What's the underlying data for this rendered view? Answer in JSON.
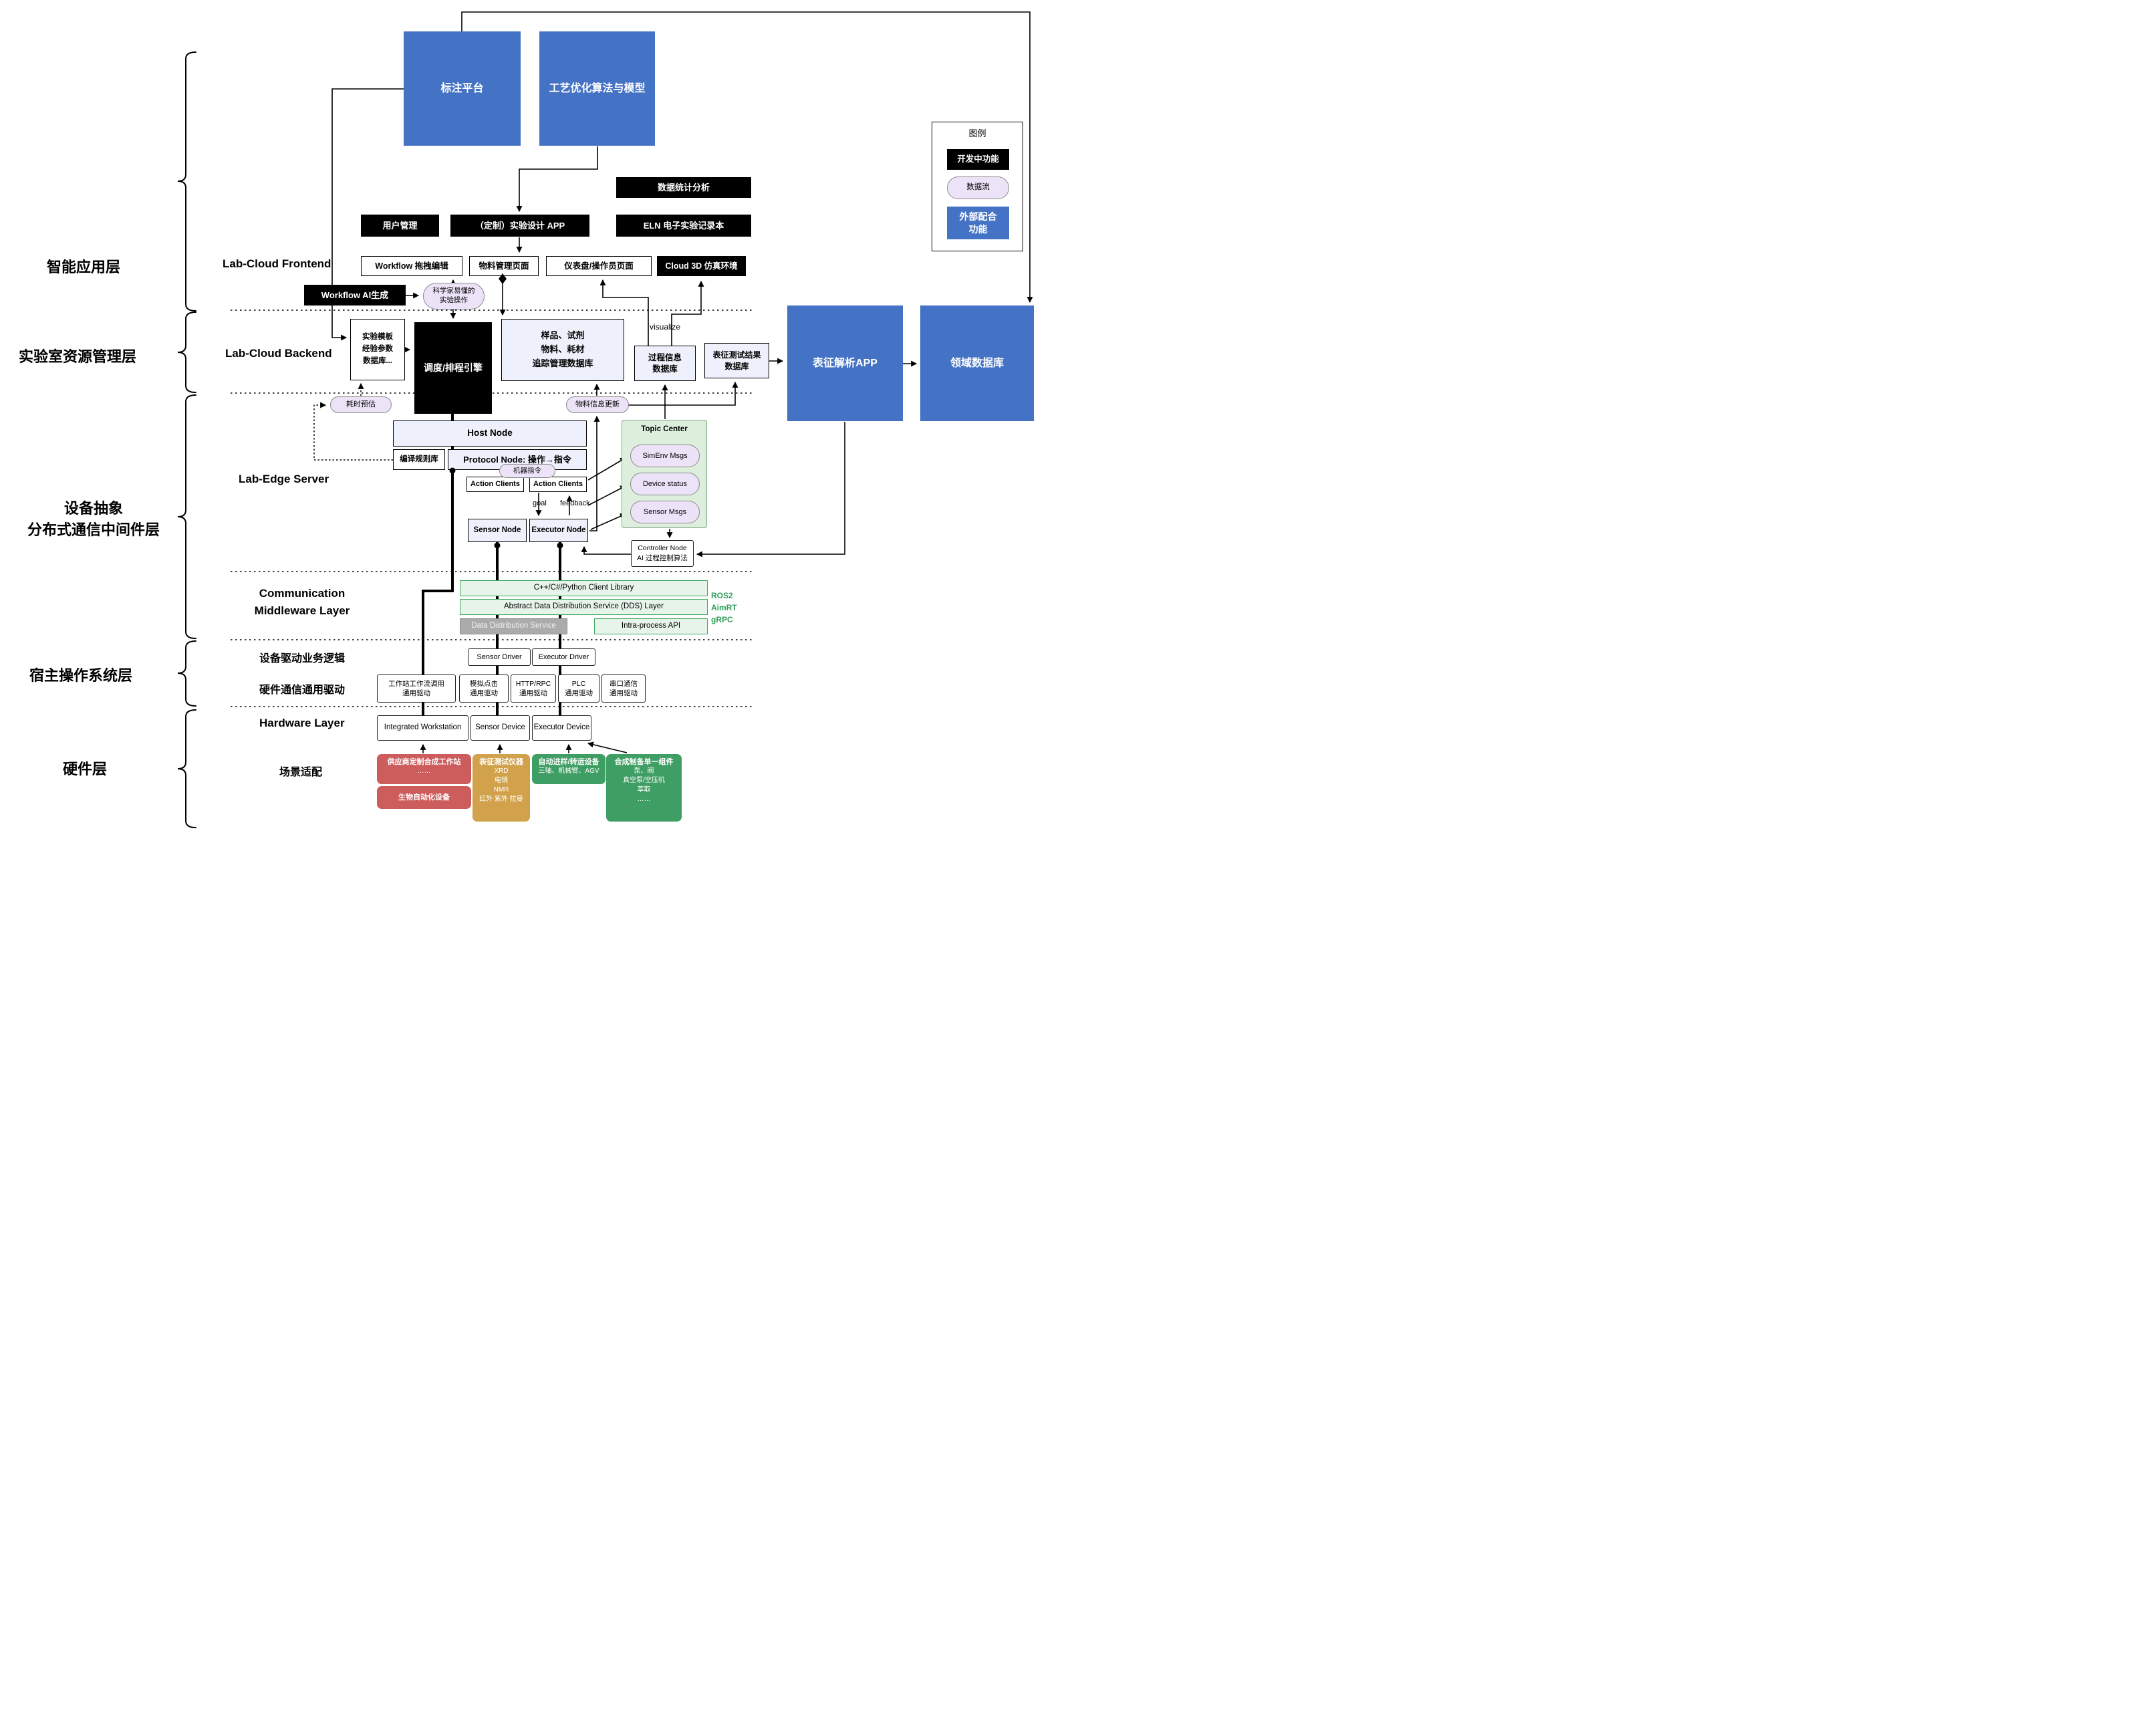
{
  "layer_labels": {
    "intelligent_app": "智能应用层",
    "lab_resource": "实验室资源管理层",
    "device_abstraction": "设备抽象\n分布式通信中间件层",
    "host_os": "宿主操作系统层",
    "hardware": "硬件层"
  },
  "legend": {
    "title": "图例",
    "in_development": "开发中功能",
    "data_flow": "数据流",
    "external_support": "外部配合\n功能"
  },
  "top": {
    "annotation_platform": "标注平台",
    "process_optimization": "工艺优化算法与模型"
  },
  "frontend": {
    "section_label": "Lab-Cloud Frontend",
    "data_statistics": "数据统计分析",
    "user_management": "用户管理",
    "custom_design_app": "（定制）实验设计 APP",
    "eln": "ELN 电子实验记录本",
    "workflow_drag_edit": "Workflow 拖拽编辑",
    "material_page": "物料管理页面",
    "dashboard_page": "仪表盘/操作员页面",
    "cloud_3d_sim": "Cloud 3D 仿真环境",
    "workflow_ai": "Workflow AI生成",
    "scientist_friendly": "科学家易懂的\n实验操作"
  },
  "backend": {
    "section_label": "Lab-Cloud Backend",
    "template_db": "实验模板\n经验参数\n数据库...",
    "scheduler_engine": "调度/排程引擎",
    "tracking_db": "样品、试剂\n物料、耗材\n追踪管理数据库",
    "visualize": "visualize",
    "process_info_db": "过程信息\n数据库",
    "characterization_db": "表征测试结果\n数据库",
    "characterization_app": "表征解析APP",
    "domain_db": "领域数据库",
    "time_estimation": "耗时预估",
    "material_update": "物料信息更新"
  },
  "edge_server": {
    "section_label": "Lab-Edge Server",
    "host_node": "Host Node",
    "compile_rule_lib": "编译规则库",
    "protocol_node": "Protocol Node: 操作→指令",
    "machine_command": "机器指令",
    "action_clients_left": "Action Clients",
    "action_clients_right": "Action Clients",
    "goal": "goal",
    "feedback": "feedback",
    "sensor_node": "Sensor Node",
    "executor_node": "Executor Node",
    "topic_center": "Topic Center",
    "simenv_msgs": "SimEnv Msgs",
    "device_status": "Device status",
    "sensor_msgs": "Sensor Msgs",
    "controller_node": "Controller Node\nAI 过程控制算法"
  },
  "middleware": {
    "section_label": "Communication\nMiddleware Layer",
    "client_library": "C++/C#/Python Client Library",
    "dds_layer": "Abstract Data Distribution Service (DDS) Layer",
    "dds_service": "Data Distribution Service",
    "intra_process_api": "Intra-process API",
    "tech_stack": "ROS2\nAimRT\ngRPC"
  },
  "host_os": {
    "driver_logic_label": "设备驱动业务逻辑",
    "sensor_driver": "Sensor Driver",
    "executor_driver": "Executor Driver",
    "hw_driver_label": "硬件通信通用驱动",
    "workstation_driver": "工作站工作流调用\n通用驱动",
    "click_sim_driver": "模拟点击\n通用驱动",
    "http_rpc_driver": "HTTP/RPC\n通用驱动",
    "plc_driver": "PLC\n通用驱动",
    "serial_driver": "串口通信\n通用驱动"
  },
  "hardware": {
    "section_label": "Hardware Layer",
    "integrated_workstation": "Integrated Workstation",
    "sensor_device": "Sensor Device",
    "executor_device": "Executor Device",
    "scenario_label": "场景适配",
    "vendor_workstation": {
      "title": "供应商定制合成工作站",
      "body": "……"
    },
    "bio_automation": {
      "title": "生物自动化设备",
      "body": ""
    },
    "characterization_instruments": {
      "title": "表征测试仪器",
      "body": "XRD\n电镜\nNMR\n红外 紫外 拉曼"
    },
    "sampling_transfer": {
      "title": "自动进样/转运设备",
      "body": "三轴、机械臂、AGV"
    },
    "synthesis_components": {
      "title": "合成制备单一组件",
      "body": "泵、阀\n真空泵/空压机\n萃取\n……"
    }
  },
  "colors": {
    "blue": "#4472c4",
    "black": "#000000",
    "pill_purple": "#ece3f8",
    "lavender": "#eef1fb",
    "middleware_green": "#e7f4ea",
    "green_border": "#3fa45c",
    "topic_green": "#ddeedd",
    "red": "#cd5c5c",
    "gold": "#d1a24b",
    "hardware_green": "#3f9e63",
    "gray": "#ababab"
  }
}
